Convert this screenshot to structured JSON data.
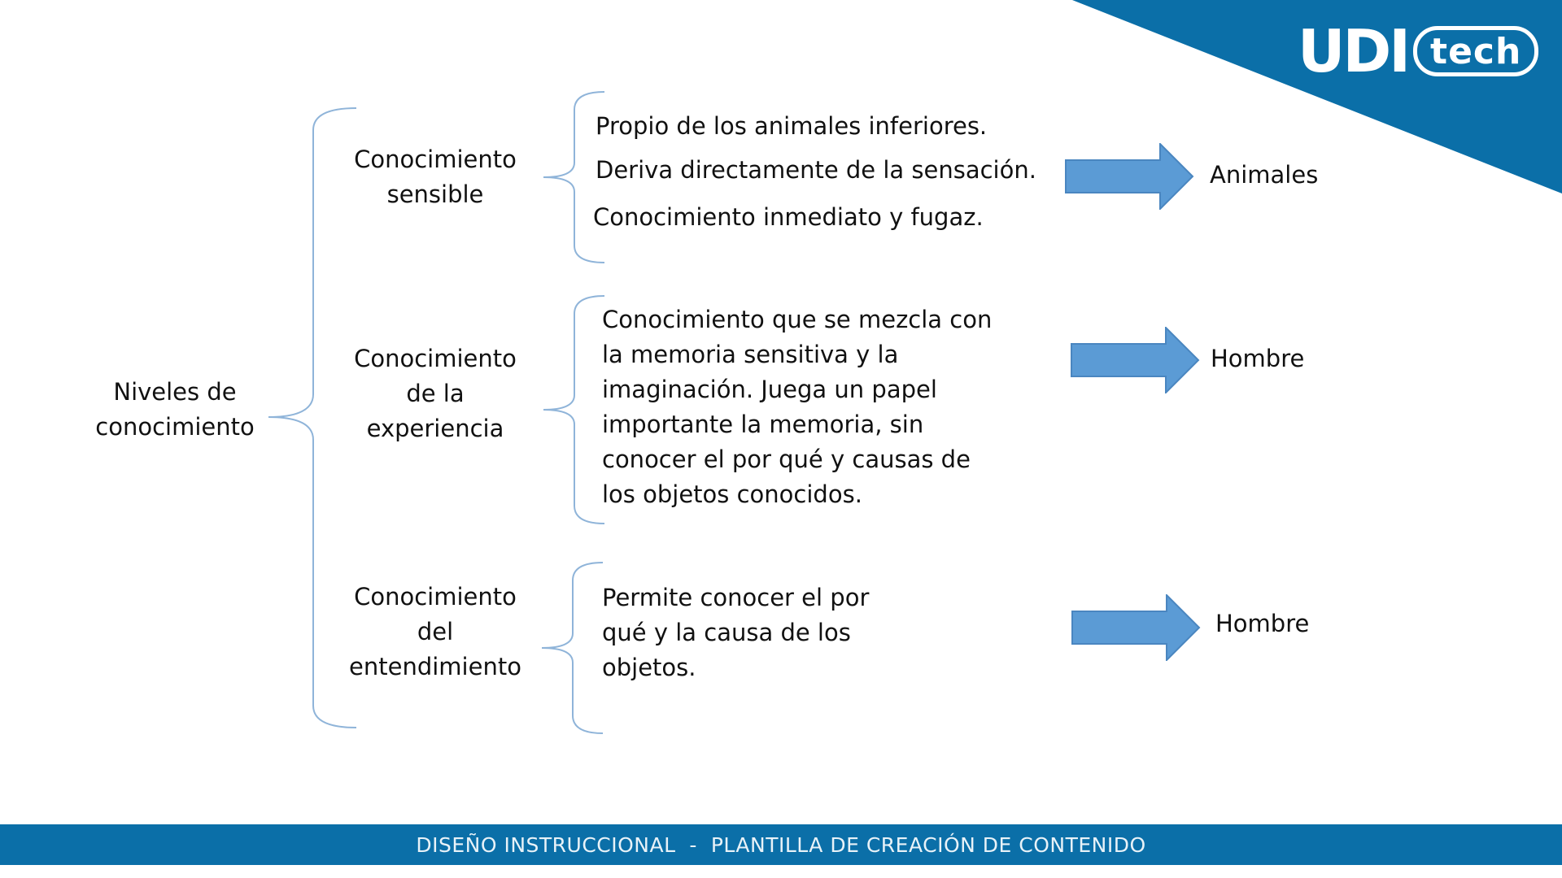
{
  "brand": {
    "logo_main": "UDI",
    "logo_tag": "tech",
    "color_dark_blue": "#0b6fa8",
    "color_arrow": "#5b9bd5",
    "color_bracket": "#8fb4d9"
  },
  "diagram": {
    "root": {
      "lines": [
        "Niveles de",
        "conocimiento"
      ]
    },
    "levels": [
      {
        "title_lines": [
          "Conocimiento",
          "sensible"
        ],
        "description_lines": [
          "Propio de los animales inferiores.",
          "Deriva directamente de la sensación.",
          "Conocimiento inmediato y fugaz."
        ],
        "result": "Animales"
      },
      {
        "title_lines": [
          "Conocimiento",
          "de la",
          "experiencia"
        ],
        "description_lines": [
          "Conocimiento que se mezcla con",
          "la memoria sensitiva y la",
          "imaginación. Juega un papel",
          "importante la memoria, sin",
          "conocer el por qué y causas de",
          "los objetos conocidos."
        ],
        "result": "Hombre"
      },
      {
        "title_lines": [
          "Conocimiento",
          "del",
          "entendimiento"
        ],
        "description_lines": [
          "Permite conocer el por",
          "qué y la causa de los",
          "objetos."
        ],
        "result": "Hombre"
      }
    ]
  },
  "footer": {
    "text": "DISEÑO INSTRUCCIONAL  -  PLANTILLA DE CREACIÓN DE CONTENIDO"
  }
}
